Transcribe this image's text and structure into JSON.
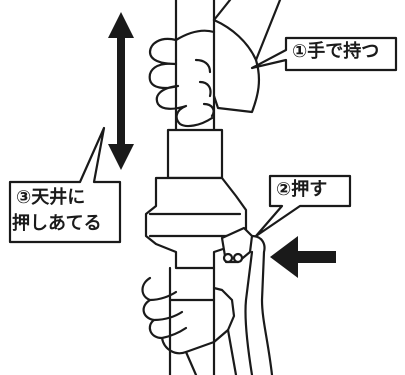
{
  "callouts": {
    "hold": "①手で持つ",
    "push": "②押す",
    "ceiling_line1": "③天井に",
    "ceiling_line2": "押しあてる"
  },
  "colors": {
    "ink": "#1a1a1a",
    "background": "#ffffff"
  },
  "icons": {
    "vertical_double_arrow": "up-down-arrow-icon",
    "push_arrow": "left-arrow-icon"
  }
}
